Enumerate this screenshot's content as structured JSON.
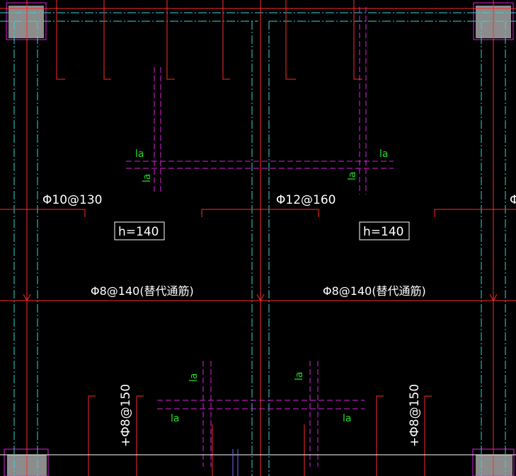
{
  "colors": {
    "background": "#000000",
    "red": "#ff2a2a",
    "cyan": "#33d6d6",
    "magenta": "#e020e0",
    "white": "#ffffff",
    "green": "#22dd22",
    "gray": "#8c8c8c",
    "blue": "#6a6aff",
    "orange": "#ff6a1a"
  },
  "texts": {
    "rebar_top_left": "Φ10@130",
    "rebar_top_mid": "Φ12@160",
    "rebar_top_right_partial": "Φ",
    "thickness_left": "h=140",
    "thickness_right": "h=140",
    "dist_left": "Φ8@140(替代通筋)",
    "dist_right": "Φ8@140(替代通筋)",
    "vert_left": "+Ф8@150",
    "vert_right": "+Ф8@150",
    "anchor": "la"
  }
}
